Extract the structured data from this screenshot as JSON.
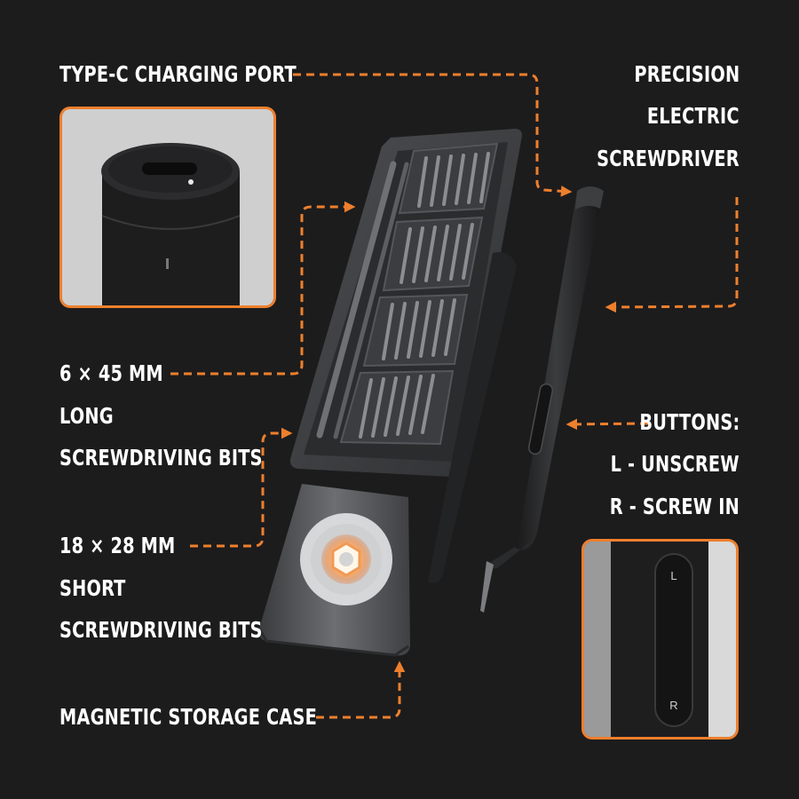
{
  "labels": {
    "charging_port": "TYPE-C CHARGING PORT",
    "precision": [
      "PRECISION",
      "ELECTRIC",
      "SCREWDRIVER"
    ],
    "long_bits": [
      "6 × 45 MM",
      "LONG",
      "SCREWDRIVING BITS"
    ],
    "short_bits": [
      "18 × 28 MM",
      "SHORT",
      "SCREWDRIVING BITS"
    ],
    "buttons": [
      "BUTTONS:",
      "L - UNSCREW",
      "R - SCREW IN"
    ],
    "storage_case": "MAGNETIC STORAGE CASE"
  },
  "button_letters": {
    "left": "L",
    "right": "R"
  },
  "colors": {
    "background": "#1c1c1d",
    "accent": "#ee7f2d",
    "text": "#ffffff"
  },
  "icons": [
    "dashed-arrow-icon",
    "charging-port-photo",
    "screwdriver-photo",
    "bit-case-photo",
    "button-closeup-photo"
  ]
}
